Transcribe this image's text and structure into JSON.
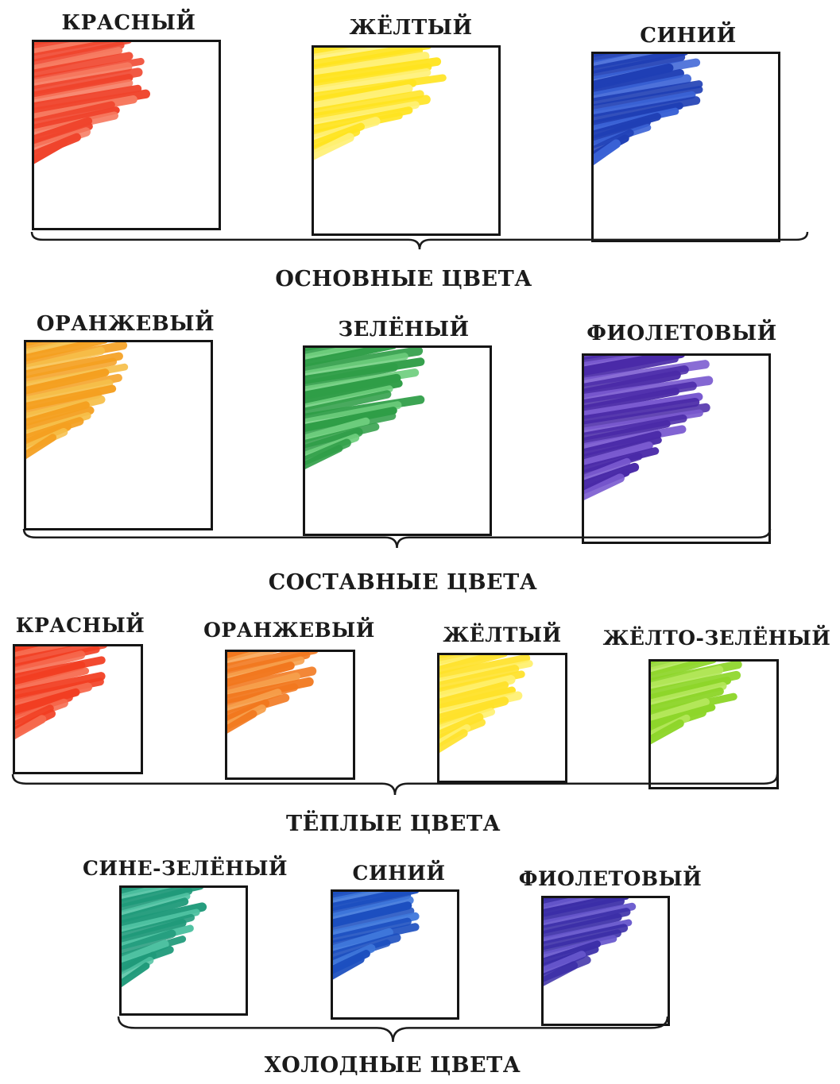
{
  "groups": [
    {
      "title": "ОСНОВНЫЕ ЦВЕТА",
      "swatches": [
        {
          "label": "КРАСНЫЙ",
          "color": "#f0442c",
          "shade": "#f77a60"
        },
        {
          "label": "ЖЁЛТЫЙ",
          "color": "#ffe41f",
          "shade": "#fff176"
        },
        {
          "label": "СИНИЙ",
          "color": "#1f3fb5",
          "shade": "#3a62d6"
        }
      ]
    },
    {
      "title": "СОСТАВНЫЕ ЦВЕТА",
      "swatches": [
        {
          "label": "ОРАНЖЕВЫЙ",
          "color": "#f5a020",
          "shade": "#f7c04a"
        },
        {
          "label": "ЗЕЛЁНЫЙ",
          "color": "#2f9e47",
          "shade": "#6fcf7e"
        },
        {
          "label": "ФИОЛЕТОВЫЙ",
          "color": "#4a2aa8",
          "shade": "#7a5ad0"
        }
      ]
    },
    {
      "title": "ТЁПЛЫЕ ЦВЕТА",
      "swatches": [
        {
          "label": "КРАСНЫЙ",
          "color": "#f23e22",
          "shade": "#f76a4e"
        },
        {
          "label": "ОРАНЖЕВЫЙ",
          "color": "#f2781e",
          "shade": "#f7a04c"
        },
        {
          "label": "ЖЁЛТЫЙ",
          "color": "#ffe22a",
          "shade": "#fff06a"
        },
        {
          "label": "ЖЁЛТО-ЗЕЛЁНЫЙ",
          "color": "#8ed62a",
          "shade": "#b4e85a"
        }
      ]
    },
    {
      "title": "ХОЛОДНЫЕ ЦВЕТА",
      "swatches": [
        {
          "label": "СИНЕ-ЗЕЛЁНЫЙ",
          "color": "#1f9a7a",
          "shade": "#4fc2a2"
        },
        {
          "label": "СИНИЙ",
          "color": "#1c4fc0",
          "shade": "#3f78dc"
        },
        {
          "label": "ФИОЛЕТОВЫЙ",
          "color": "#3b2ea8",
          "shade": "#6656cc"
        }
      ]
    }
  ]
}
